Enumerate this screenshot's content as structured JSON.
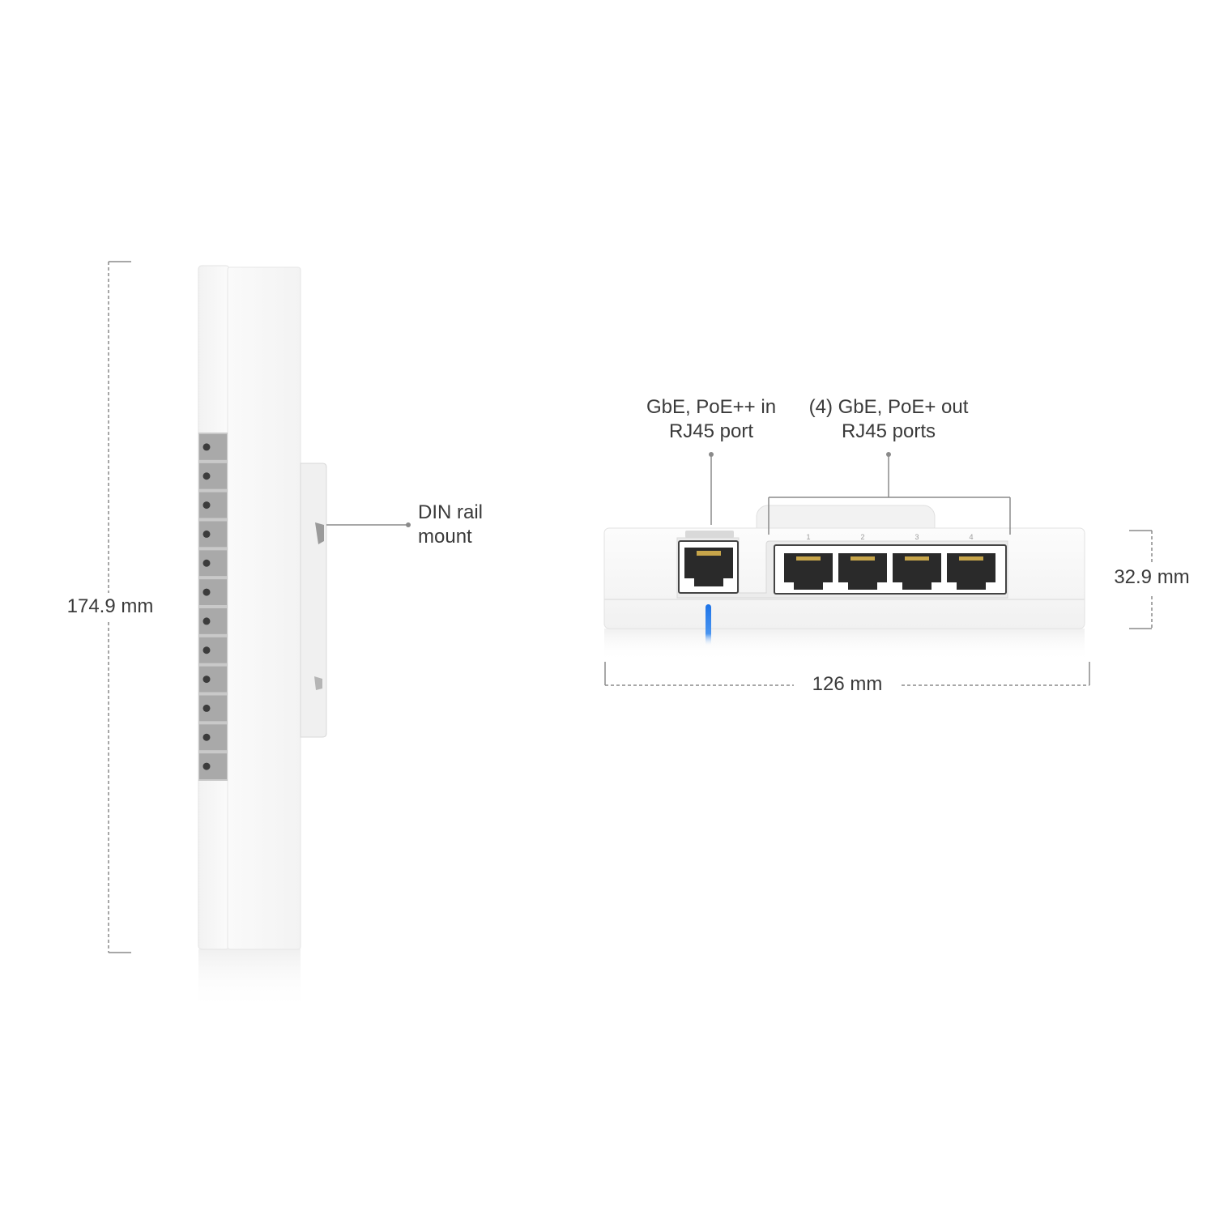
{
  "dimensions": {
    "height": "174.9 mm",
    "depth": "32.9 mm",
    "width": "126 mm"
  },
  "callouts": {
    "din_rail": {
      "line1": "DIN rail",
      "line2": "mount"
    },
    "poe_in": {
      "line1": "GbE, PoE++ in",
      "line2": "RJ45 port"
    },
    "poe_out": {
      "line1": "(4) GbE, PoE+ out",
      "line2": "RJ45 ports"
    }
  },
  "port_labels": [
    "1",
    "2",
    "3",
    "4"
  ],
  "colors": {
    "device_body": "#f7f7f7",
    "device_edge": "#dcdcdc",
    "grille": "#a9a9a9",
    "port_dark": "#2a2a2a",
    "led": "#1e74e8",
    "dimension_line": "#8a8a8a",
    "label_text": "#3a3a3a"
  }
}
